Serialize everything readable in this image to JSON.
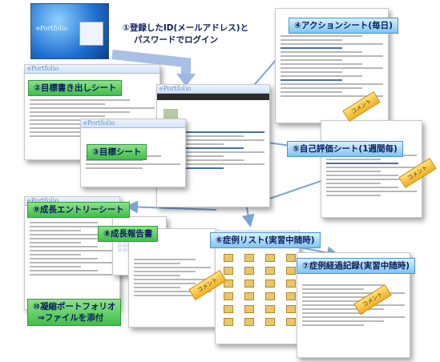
{
  "labels": {
    "step1_line1": "①登録したID(メールアドレス)と",
    "step1_line2": "パスワードでログイン",
    "step2": "②目標書き出しシート",
    "step3": "③目標シート",
    "step4": "④アクションシート(毎日)",
    "step5": "⑤自己評価シート(1週間毎)",
    "step6": "⑥症例リスト(実習中随時)",
    "step7": "⑦症例経過記録(実習中随時)",
    "step8": "⑧成長報告書",
    "step9": "⑨成長エントリーシート",
    "step10_line1": "⑩凝縮ポートフォリオ",
    "step10_line2": "⇒ファイルを添付"
  },
  "comment_badge": "コメント",
  "brand": "ePortfolio",
  "colors": {
    "green_label": "#3fbf4a",
    "blue_label": "#7fc4f0",
    "arrow": "#7ba3d6",
    "comment": "#f0b020"
  }
}
